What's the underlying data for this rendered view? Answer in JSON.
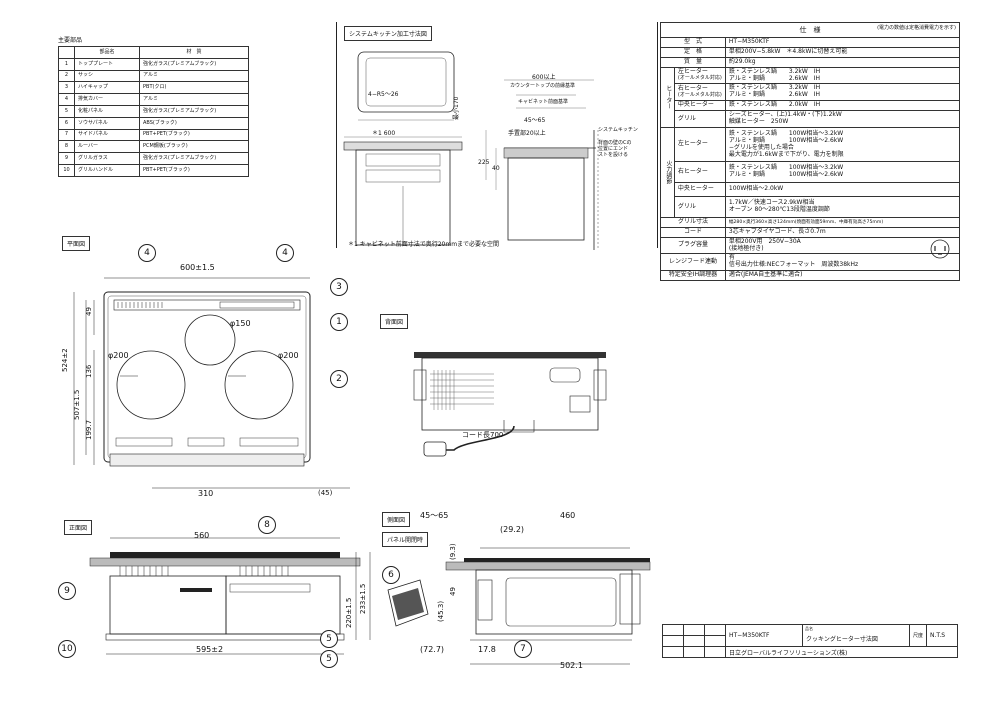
{
  "parts_table": {
    "title": "主要部品",
    "header": {
      "name": "部品名",
      "material": "材　質"
    },
    "rows": [
      {
        "no": "1",
        "name": "トッププレート",
        "material": "強化ガラス(プレミアムブラック)"
      },
      {
        "no": "2",
        "name": "サッシ",
        "material": "アルミ"
      },
      {
        "no": "3",
        "name": "ハイキャップ",
        "material": "PBT(クロ)"
      },
      {
        "no": "4",
        "name": "排気カバー",
        "material": "アルミ"
      },
      {
        "no": "5",
        "name": "化粧パネル",
        "material": "強化ガラス(プレミアムブラック)"
      },
      {
        "no": "6",
        "name": "ソウサパネル",
        "material": "ABS(ブラック)"
      },
      {
        "no": "7",
        "name": "サイドパネル",
        "material": "PBT+PET(ブラック)"
      },
      {
        "no": "8",
        "name": "ルーバー",
        "material": "PCM鋼板(ブラック)"
      },
      {
        "no": "9",
        "name": "グリルガラス",
        "material": "強化ガラス(プレミアムブラック)"
      },
      {
        "no": "10",
        "name": "グリルハンドル",
        "material": "PBT+PET(ブラック)"
      }
    ]
  },
  "kitchen_view": {
    "title": "システムキッチン加工寸法図",
    "labels": {
      "radius": "4−R5〜26",
      "width_dim": "＊1 600",
      "height_170": "最小170",
      "dim_600": "600以上",
      "counter_front": "カウンタートップの前縁基準",
      "cabinet_front": "キャビネット前面基準",
      "dim_45_65": "45〜65",
      "hand_margin": "手置部20以上",
      "system_kitchen": "システムキッチン",
      "wall_note": "背面の壁のCの位置にエンドストを設ける",
      "dim_225": "225",
      "dim_40": "40",
      "footnote": "＊1  キャビネット前面寸法で奥行20mmまで必要な空間"
    }
  },
  "plan_view": {
    "title": "平面図",
    "dims": {
      "width": "600±1.5",
      "depth_total": "524±2",
      "depth_inner": "507±1.5",
      "d_49": "49",
      "d_136": "136",
      "d_199": "199.7",
      "d_310": "310",
      "d_45": "(45)",
      "phi_150": "φ150",
      "phi_200_left": "φ200",
      "phi_200_right": "φ200"
    }
  },
  "back_view": {
    "title": "背面図",
    "cord": "コード長700"
  },
  "front_view": {
    "title": "正面図",
    "dims": {
      "w_560": "560",
      "w_595": "595±2",
      "h_220": "220±1.5",
      "h_233": "233±1.5"
    }
  },
  "side_view": {
    "title": "側面図",
    "panel_state": "パネル開閉時",
    "dims": {
      "d_45_65": "45〜65",
      "d_460": "460",
      "d_29": "(29.2)",
      "d_93": "(9.3)",
      "d_49": "49",
      "d_45_3": "(45.3)",
      "d_72": "(72.7)",
      "d_17": "17.8",
      "d_502": "502.1"
    }
  },
  "callouts": [
    "1",
    "2",
    "3",
    "4",
    "4",
    "5",
    "5",
    "6",
    "7",
    "8",
    "9",
    "10"
  ],
  "spec": {
    "title": "仕　様",
    "note": "(電力の数値は定格消費電力を示す)",
    "model_label": "型　式",
    "model": "HT−M350KTF",
    "rating_label": "定　格",
    "rating": "単相200V−5.8kW　＊4.8kWに切替え可能",
    "mass_label": "質　量",
    "mass": "約29.0kg",
    "heater_group": "ヒーター",
    "heaters": [
      {
        "name": "左ヒーター",
        "sub": "(オールメタル対応)",
        "lines": [
          "鉄・ステンレス鍋　　3.2kW　IH",
          "アルミ・銅鍋　　　　2.6kW　IH"
        ]
      },
      {
        "name": "右ヒーター",
        "sub": "(オールメタル対応)",
        "lines": [
          "鉄・ステンレス鍋　　3.2kW　IH",
          "アルミ・銅鍋　　　　2.6kW　IH"
        ]
      },
      {
        "name": "中央ヒーター",
        "sub": "",
        "lines": [
          "鉄・ステンレス鍋　　2.0kW　IH"
        ]
      },
      {
        "name": "グリル",
        "sub": "",
        "lines": [
          "シーズヒーター、(上)1.4kW・(下)1.2kW",
          "触媒ヒーター　250W"
        ]
      }
    ],
    "power_group": "火力調節",
    "power": [
      {
        "name": "左ヒーター",
        "lines": [
          "鉄・ステンレス鍋　　100W相当〜3.2kW",
          "アルミ・銅鍋　　　　100W相当〜2.6kW",
          "−グリルを使用した場合",
          "最大電力が1.6kWまで下がり、電力を制限"
        ]
      },
      {
        "name": "右ヒーター",
        "lines": [
          "鉄・ステンレス鍋　　100W相当〜3.2kW",
          "アルミ・銅鍋　　　　100W相当〜2.6kW"
        ]
      },
      {
        "name": "中央ヒーター",
        "lines": [
          "100W相当〜2.0kW"
        ]
      },
      {
        "name": "グリル",
        "lines": [
          "1.7kW／快速コース2.9kW相当",
          "オーブン 80〜280℃13段階温度調節"
        ]
      }
    ],
    "grill_size_label": "グリル寸法",
    "grill_size": "幅280×奥行360×高さ124mm(焼面有効面59mm、中庫有効高さ75mm)",
    "cord_label": "コード",
    "cord": "3芯キャブタイヤコード、長さ0.7m",
    "plug_label": "プラグ容量",
    "plug": [
      "単相200V用　250V−30A",
      "(接地極付き)"
    ],
    "hood_label": "レンジフード連動",
    "hood": [
      "有",
      "信号出力仕様:NECフォーマット　周波数38kHz"
    ],
    "ih_label": "特定安全IH調理器",
    "ih": "適合(JEMA自主基準に適合)"
  },
  "title_block": {
    "model": "HT−M350KTF",
    "name_label": "品名",
    "name": "クッキングヒーター寸法図",
    "scale_label": "尺度",
    "scale": "N.T.S",
    "company": "日立グローバルライフソリューションズ(株)"
  }
}
